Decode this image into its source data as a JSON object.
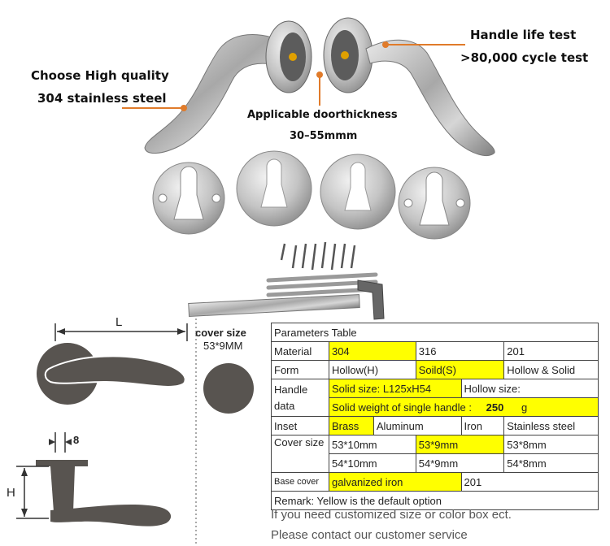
{
  "callouts": {
    "quality_line1": "Choose High quality",
    "quality_line2": "304 stainless steel",
    "thickness_line1": "Applicable doorthickness",
    "thickness_line2": "30–55mmm",
    "life_line1": "Handle life test",
    "life_line2": ">80,000 cycle test"
  },
  "diagram": {
    "length_label": "L",
    "cover_size_label": "cover size",
    "cover_size_value": "53*9MM",
    "width_label": "8",
    "height_label": "H"
  },
  "table": {
    "title": "Parameters Table",
    "material": {
      "label": "Material",
      "v1": "304",
      "v2": "316",
      "v3": "201"
    },
    "form": {
      "label": "Form",
      "v1": "Hollow(H)",
      "v2": "Soild(S)",
      "v3": "Hollow & Solid"
    },
    "handle": {
      "label1": "Handle",
      "label2": "data",
      "solid_size": "Solid size: L125xH54",
      "hollow_size": "Hollow size:",
      "solid_weight": "Solid weight of single handle :",
      "weight_value": "250",
      "weight_unit": "g"
    },
    "inset": {
      "label": "Inset",
      "v1": "Brass",
      "v2": "Aluminum",
      "v3": "Iron",
      "v4": "Stainless steel"
    },
    "cover": {
      "label": "Cover size",
      "r1c1": "53*10mm",
      "r1c2": "53*9mm",
      "r1c3": "53*8mm",
      "r2c1": "54*10mm",
      "r2c2": "54*9mm",
      "r2c3": "54*8mm"
    },
    "base": {
      "label": "Base cover",
      "v1": "galvanized iron",
      "v2": "201"
    },
    "remark": "Remark: Yellow is the default option"
  },
  "notes": {
    "line1": "If you need customized size or color box ect.",
    "line2": "Please contact our customer service"
  }
}
